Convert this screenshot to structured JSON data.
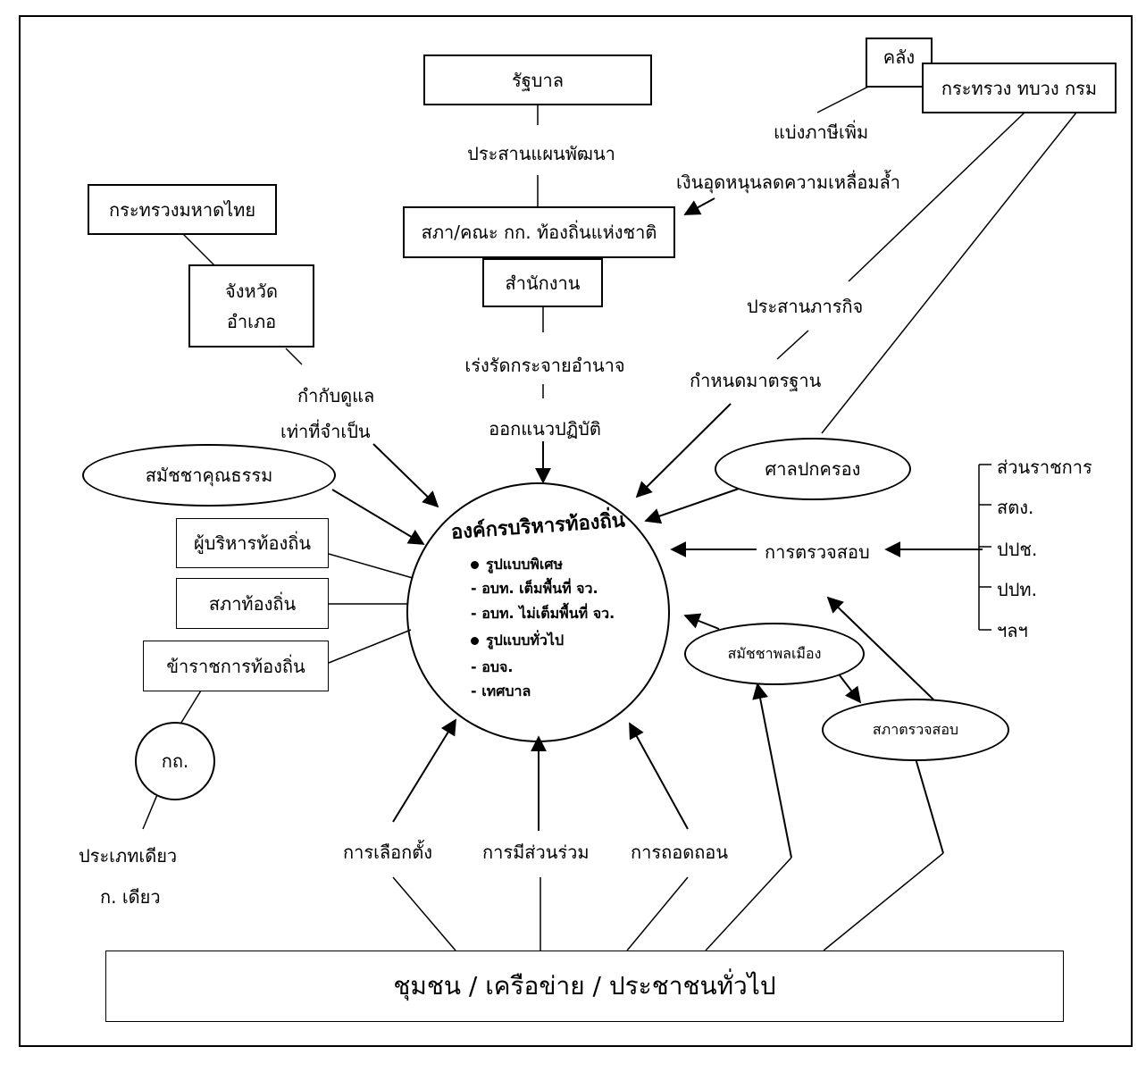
{
  "top": {
    "government": "รัฐบาล",
    "treasury": "คลัง",
    "ministries": "กระทรวง ทบวง กรม",
    "interior": "กระทรวงมหาดไทย",
    "province_line1": "จังหวัด",
    "province_line2": "อำเภอ",
    "national_council": "สภา/คณะ กก. ท้องถิ่นแห่งชาติ",
    "office": "สำนักงาน"
  },
  "labels": {
    "coordinate_plan": "ประสานแผนพัฒนา",
    "share_tax": "แบ่งภาษีเพิ่ม",
    "subsidy": "เงินอุดหนุนลดความเหลื่อมล้ำ",
    "supervise1": "กำกับดูแล",
    "supervise2": "เท่าที่จำเป็น",
    "accelerate": "เร่งรัดกระจายอำนาจ",
    "implement": "ออกแนวปฏิบัติ",
    "coordinate_mission": "ประสานภารกิจ",
    "standard": "กำหนดมาตรฐาน",
    "inspection": "การตรวจสอบ",
    "election": "การเลือกตั้ง",
    "participation": "การมีส่วนร่วม",
    "recall": "การถอดถอน",
    "single_type": "ประเภทเดียว",
    "single_commission": "ก. เดียว"
  },
  "audit_agencies": [
    "ส่วนราชการ",
    "สตง.",
    "ปปช.",
    "ปปท.",
    "ฯลฯ"
  ],
  "ovals": {
    "moral_assembly": "สมัชชาคุณธรรม",
    "admin_court": "ศาลปกครอง",
    "civic_assembly": "สมัชชาพลเมือง",
    "audit_council": "สภาตรวจสอบ",
    "commission": "กถ."
  },
  "left_boxes": {
    "executive": "ผู้บริหารท้องถิ่น",
    "council": "สภาท้องถิ่น",
    "officials": "ข้าราชการท้องถิ่น"
  },
  "center": {
    "title": "องค์กรบริหารท้องถิ่น",
    "special": "รูปแบบพิเศษ",
    "special_items": [
      "- อบท. เต็มพื้นที่ จว.",
      "- อบท. ไม่เต็มพื้นที่ จว."
    ],
    "general": "รูปแบบทั่วไป",
    "general_items": [
      "- อบจ.",
      "- เทศบาล"
    ]
  },
  "bottom": {
    "community": "ชุมชน / เครือข่าย / ประชาชนทั่วไป"
  }
}
